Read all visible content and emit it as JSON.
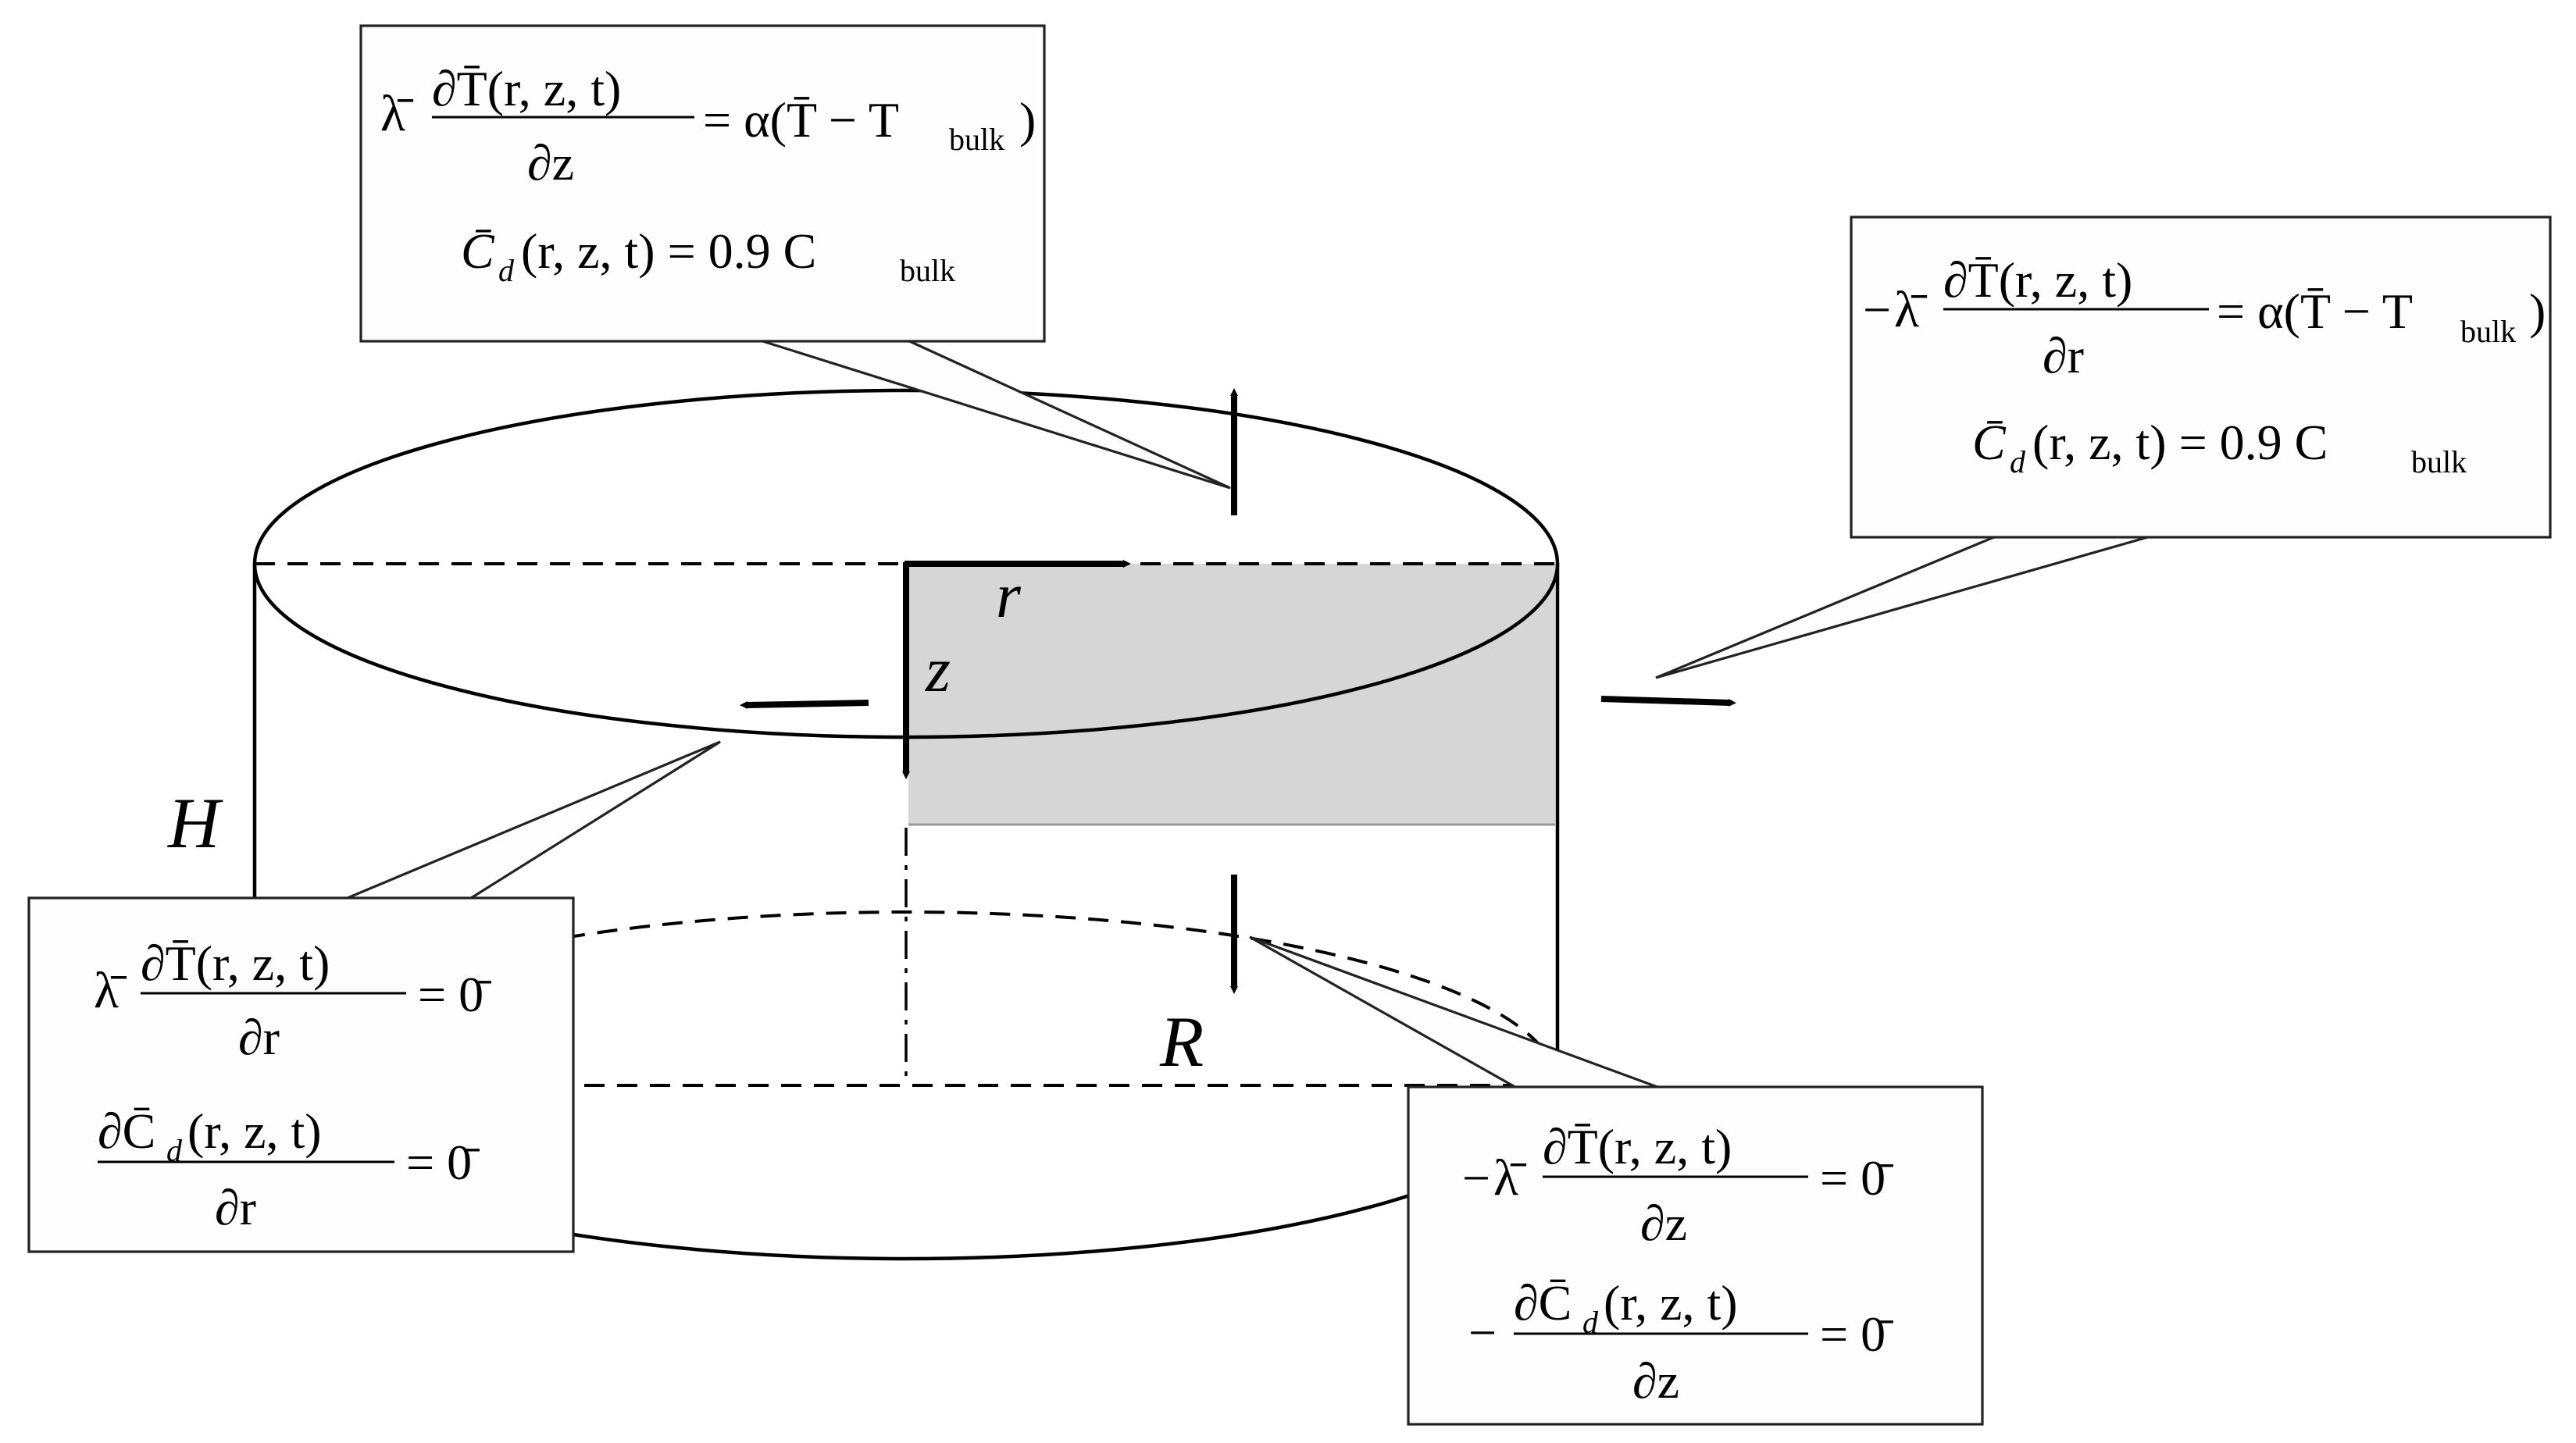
{
  "labels": {
    "H": "H",
    "R": "R",
    "r": "r",
    "z": "z"
  },
  "callouts": {
    "top": {
      "eq1": {
        "prefix": "",
        "num": "∂T̄(r, z, t)",
        "den": "∂z",
        "rhs": "= α(T̄ − T",
        "rhs_sub": "bulk",
        "rhs_tail": ")"
      },
      "eq2": {
        "lhs": "C̄",
        "lhs_sub": "d",
        "args": "(r, z, t) = 0.9 C",
        "rhs_sub": "bulk"
      }
    },
    "right": {
      "eq1": {
        "prefix": "−",
        "num": "∂T̄(r, z, t)",
        "den": "∂r",
        "rhs": "= α(T̄ − T",
        "rhs_sub": "bulk",
        "rhs_tail": ")"
      },
      "eq2": {
        "lhs": "C̄",
        "lhs_sub": "d",
        "args": "(r, z, t) = 0.9 C",
        "rhs_sub": "bulk"
      }
    },
    "left": {
      "eq1": {
        "num": "∂T̄(r, z, t)",
        "den": "∂r",
        "rhs": "= 0̄"
      },
      "eq2": {
        "num_a": "∂C̄",
        "num_sub": "d",
        "num_b": "(r, z, t)",
        "den": "∂r",
        "rhs": "= 0̄"
      }
    },
    "bottom": {
      "eq1": {
        "prefix": "−",
        "num": "∂T̄(r, z, t)",
        "den": "∂z",
        "rhs": "= 0̄"
      },
      "eq2": {
        "prefix": "−",
        "num_a": "∂C̄",
        "num_sub": "d",
        "num_b": "(r, z, t)",
        "den": "∂z",
        "rhs": "= 0̄"
      }
    }
  },
  "lambda_symbol": "λ̄",
  "colors": {
    "shaded_region": "#d6d6d6",
    "stroke": "#000000"
  }
}
